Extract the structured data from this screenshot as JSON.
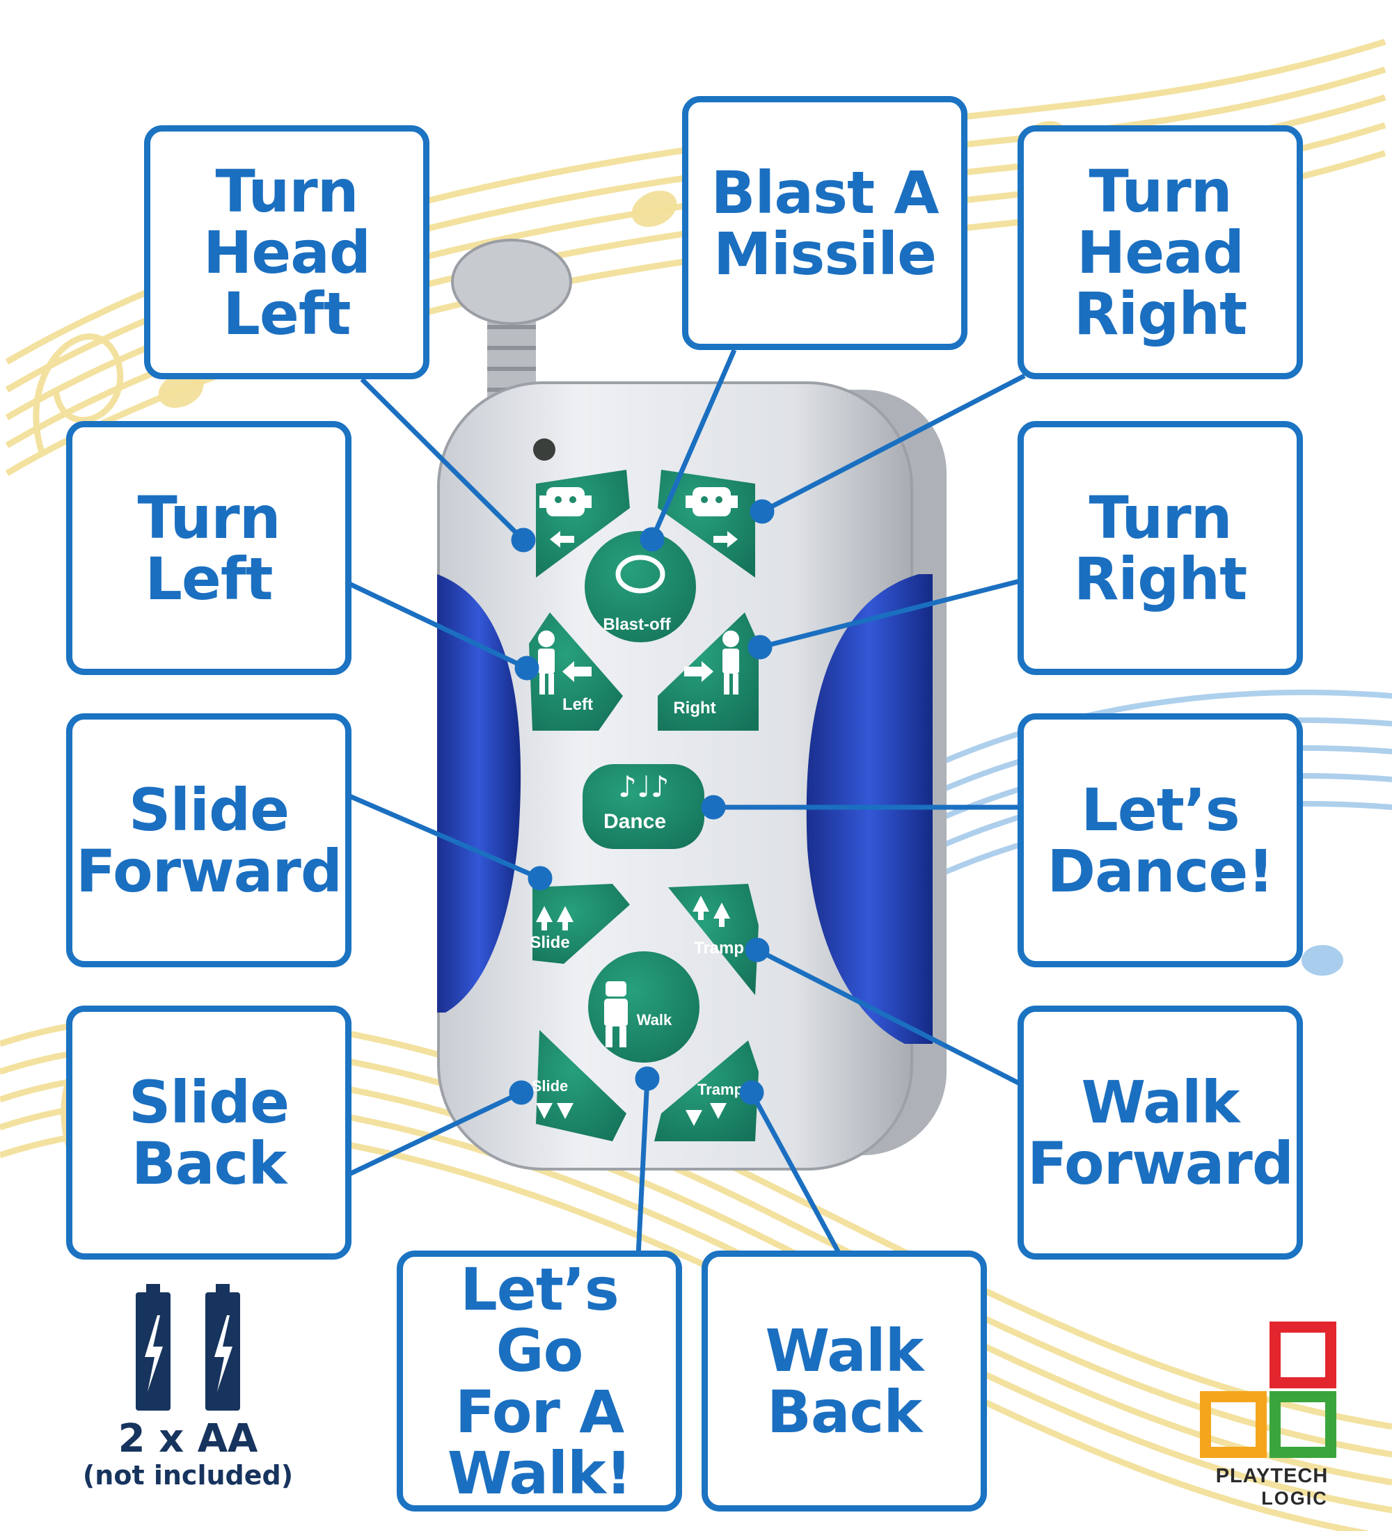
{
  "colors": {
    "callout_border": "#1b73c2",
    "callout_text": "#1b6fc0",
    "button_green": "#1f8a6a",
    "side_grip_blue": "#1d3fb4",
    "body_silver": "#d6d9de",
    "music_yellow": "#f3e09a",
    "music_blue": "#a9cdec"
  },
  "callouts": {
    "turn_head_left": "Turn\nHead\nLeft",
    "blast_missile": "Blast A\nMissile",
    "turn_head_right": "Turn\nHead\nRight",
    "turn_left": "Turn\nLeft",
    "turn_right": "Turn\nRight",
    "slide_forward": "Slide\nForward",
    "lets_dance": "Let’s\nDance!",
    "slide_back": "Slide\nBack",
    "walk_forward": "Walk\nForward",
    "lets_go_walk": "Let’s Go\nFor A\nWalk!",
    "walk_back": "Walk\nBack"
  },
  "remote_buttons": {
    "blast_off": "Blast-off",
    "left": "Left",
    "right": "Right",
    "dance": "Dance",
    "slide_forward": "Slide",
    "tramp_forward": "Tramp",
    "walk": "Walk",
    "slide_back": "Slide",
    "tramp_back": "Tramp"
  },
  "icons": {
    "robot_head": "robot-head-icon",
    "robot_body": "robot-body-icon",
    "missile": "missile-icon",
    "music_notes": "music-notes-icon",
    "arrows": "arrow-icon",
    "battery": "battery-icon"
  },
  "battery": {
    "count": "2 x AA",
    "note": "(not included)"
  },
  "brand": {
    "name": "PLAYTECH",
    "sub": "LOGIC"
  }
}
